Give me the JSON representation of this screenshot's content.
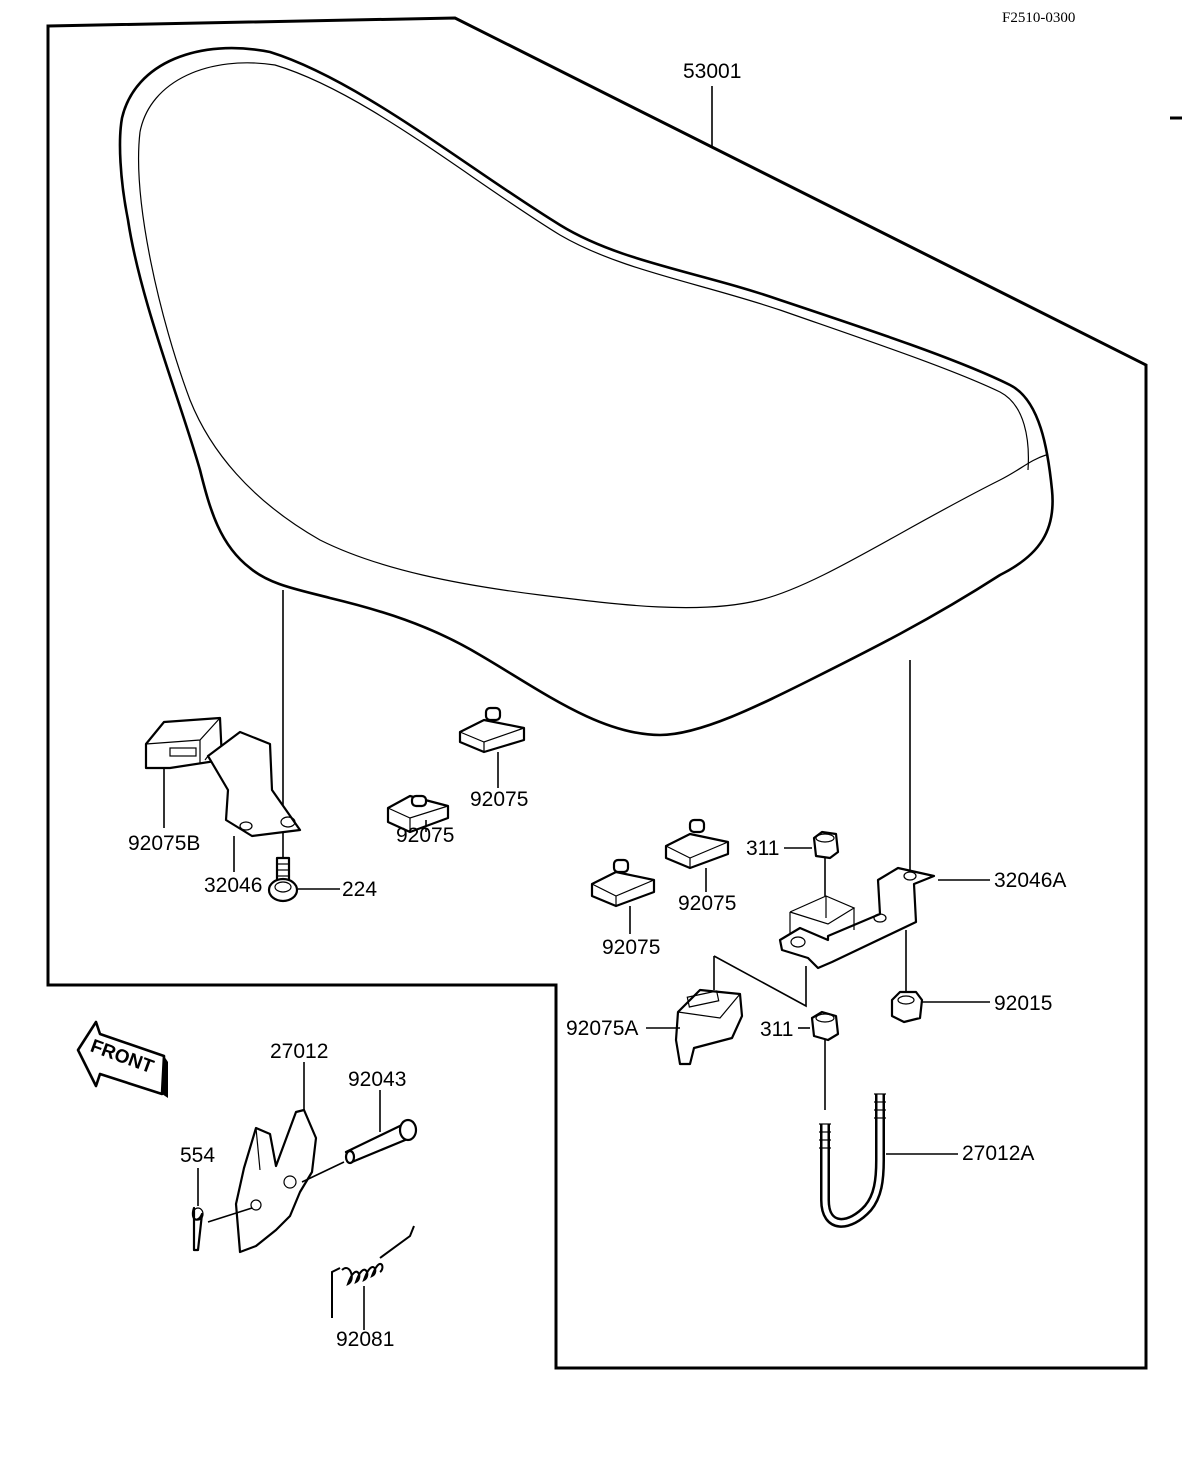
{
  "diagram": {
    "code": "F2510-0300",
    "front_label": "FRONT",
    "labels": {
      "p53001": "53001",
      "p92075B": "92075B",
      "p32046": "32046",
      "p224": "224",
      "p92075_a": "92075",
      "p92075_b": "92075",
      "p92075_c": "92075",
      "p92075_d": "92075",
      "p311_top": "311",
      "p32046A": "32046A",
      "p92015": "92015",
      "p92075A": "92075A",
      "p311_bottom": "311",
      "p27012A": "27012A",
      "p27012": "27012",
      "p92043": "92043",
      "p554": "554",
      "p92081": "92081"
    }
  }
}
